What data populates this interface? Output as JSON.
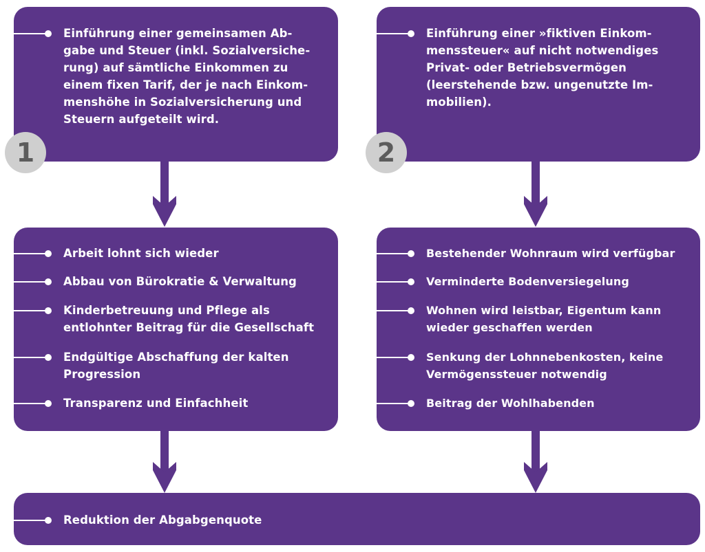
{
  "top_left": {
    "badge": "1",
    "text": "Einführung einer gemeinsamen Ab-\ngabe und Steuer (inkl. Sozialversiche-\nrung) auf sämtliche Einkommen zu\neinem fixen Tarif, der je nach Einkom-\nmenshöhe in Sozialversicherung und\nSteuern aufgeteilt wird."
  },
  "top_right": {
    "badge": "2",
    "text": "Einführung einer »fiktiven Einkom-\nmenssteuer« auf nicht notwendiges\nPrivat- oder Betriebsvermögen\n(leerstehende bzw. ungenutzte Im-\nmobilien)."
  },
  "mid_left": {
    "items": [
      "Arbeit lohnt sich wieder",
      "Abbau von Bürokratie & Verwaltung",
      "Kinderbetreuung und Pflege als\nentlohnter Beitrag für die Gesellschaft",
      "Endgültige Abschaffung der kalten\nProgression",
      "Transparenz und Einfachheit"
    ]
  },
  "mid_right": {
    "items": [
      "Bestehender Wohnraum wird verfügbar",
      "Verminderte Bodenversiegelung",
      "Wohnen wird leistbar, Eigentum kann\nwieder geschaffen werden",
      "Senkung der Lohnnebenkosten, keine\nVermögenssteuer notwendig",
      "Beitrag der Wohlhabenden"
    ]
  },
  "bottom": {
    "text": "Reduktion der Abgabgenquote"
  },
  "colors": {
    "box": "#5b3589",
    "badge": "#cfcfcf",
    "badge_text": "#5c5c5c",
    "text": "#ffffff"
  }
}
